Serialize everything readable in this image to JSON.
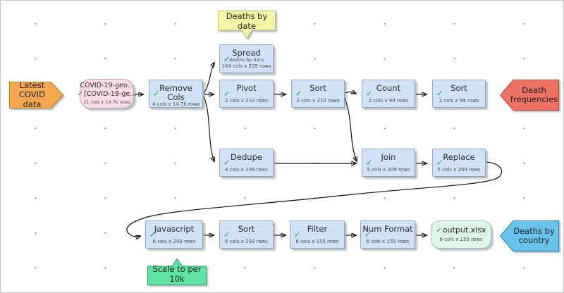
{
  "palette": {
    "node-fill": "#cfe2f7",
    "node-border": "#8fa4bd",
    "input-fill": "#f9dce8",
    "input-border": "#c8a3b3",
    "output-fill": "#dcf7e6",
    "output-border": "#9bc7ac",
    "note-yellow-fill": "#f6f6a6",
    "note-yellow-border": "#b9b97e",
    "note-orange-fill": "#f4a850",
    "note-orange-border": "#bb7b22",
    "note-red-fill": "#ee7163",
    "note-red-border": "#bb4433",
    "note-blue-fill": "#68c3ef",
    "note-blue-border": "#2f7fb5",
    "note-green-fill": "#5fe3a1",
    "note-green-border": "#2fa06c",
    "check": "#1ca23a",
    "wire": "#111111"
  },
  "icons": {
    "check": "✓"
  },
  "notes": {
    "latest_covid": {
      "label": "Latest\nCOVID data"
    },
    "deaths_by_date": {
      "label": "Deaths by\ndate"
    },
    "death_frequencies": {
      "label": "Death\nfrequencies"
    },
    "scale_to_per_10k": {
      "label": "Scale to per\n10k"
    },
    "deaths_by_country": {
      "label": "Deaths by\ncountry"
    }
  },
  "nodes": [
    {
      "id": "input-file",
      "title": "COVID-19-geo...",
      "title2": "[COVID-19-ge...",
      "sub": "11 cols x 14.7k rows"
    },
    {
      "id": "remove-cols",
      "title": "Remove Cols",
      "sub": "4 cols x 14.7k rows"
    },
    {
      "id": "spread",
      "title": "Spread",
      "sub1": "deaths by date",
      "sub": "104 cols x 209 rows"
    },
    {
      "id": "pivot",
      "title": "Pivot",
      "sub": "2 cols x 210 rows"
    },
    {
      "id": "sort-1",
      "title": "Sort",
      "sub": "2 cols x 210 rows"
    },
    {
      "id": "count",
      "title": "Count",
      "sub": "2 cols x 99 rows"
    },
    {
      "id": "sort-2",
      "title": "Sort",
      "sub": "2 cols x 99 rows"
    },
    {
      "id": "dedupe",
      "title": "Dedupe",
      "sub": "4 cols x 209 rows"
    },
    {
      "id": "join",
      "title": "Join",
      "sub": "5 cols x 209 rows"
    },
    {
      "id": "replace",
      "title": "Replace",
      "sub": "5 cols x 209 rows"
    },
    {
      "id": "javascript",
      "title": "Javascript",
      "sub": "6 cols x 209 rows"
    },
    {
      "id": "sort-3",
      "title": "Sort",
      "sub": "6 cols x 209 rows"
    },
    {
      "id": "filter",
      "title": "Filter",
      "sub": "6 cols x 155 rows"
    },
    {
      "id": "num-format",
      "title": "Num Format",
      "sub": "6 cols x 155 rows"
    },
    {
      "id": "output-file",
      "title": "output.xlsx",
      "sub": "6 cols x 155 rows"
    }
  ]
}
